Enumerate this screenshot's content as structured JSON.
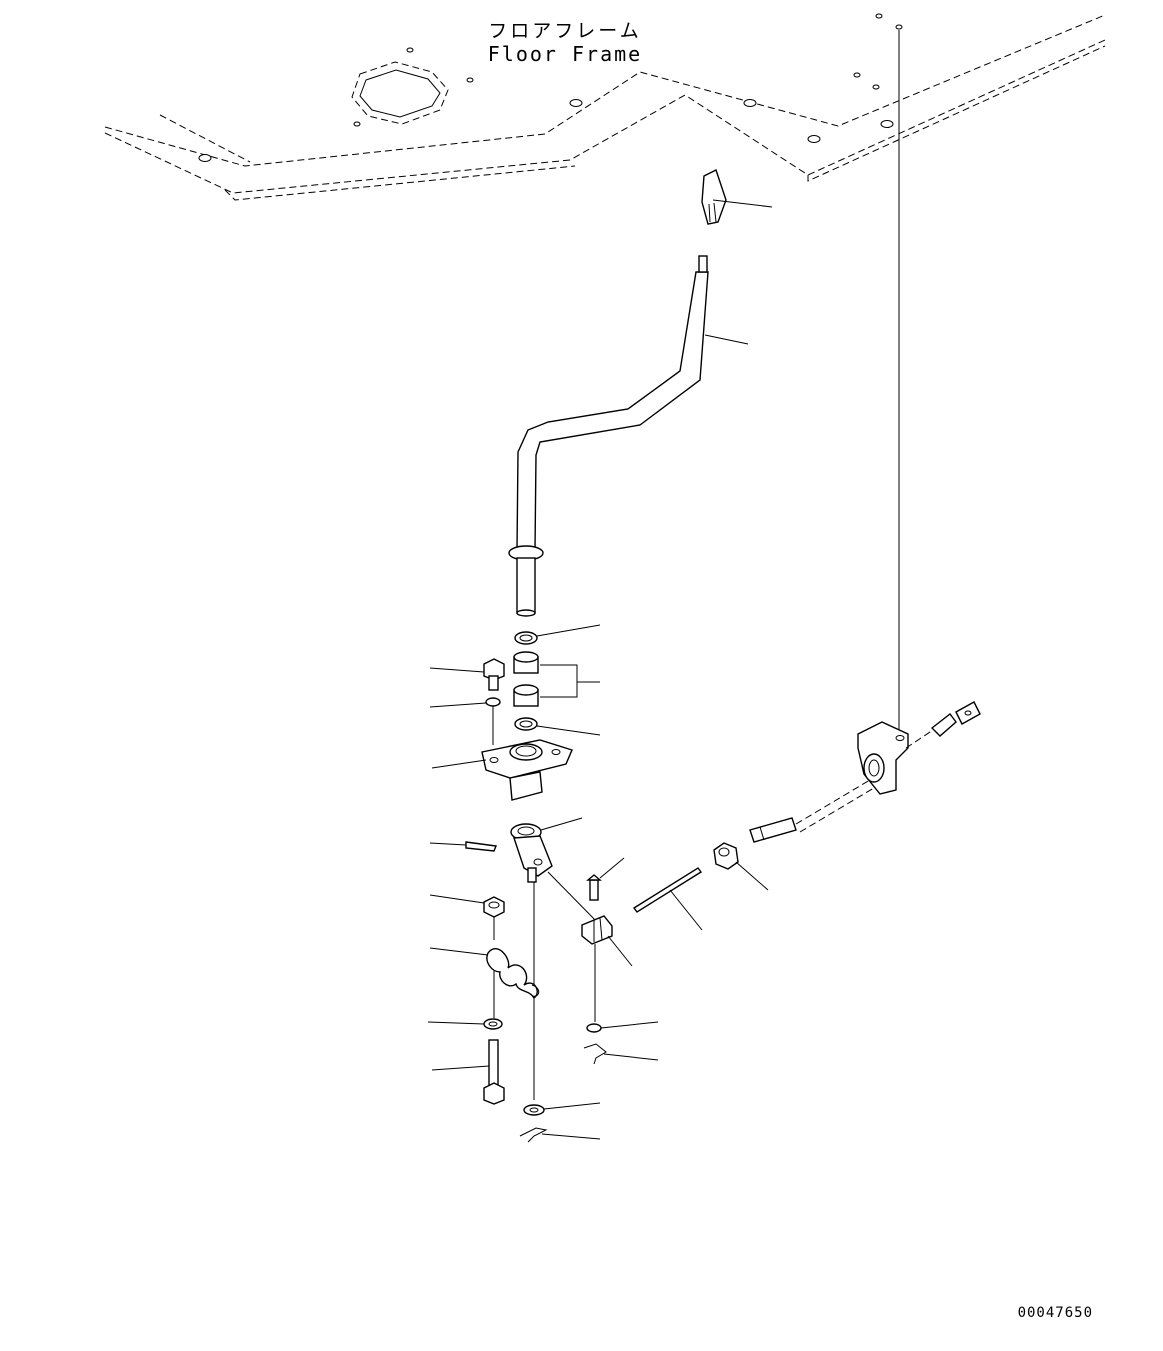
{
  "frame_label": {
    "japanese": "フロアフレーム",
    "english": "Floor Frame"
  },
  "drawing_number": "00047650"
}
